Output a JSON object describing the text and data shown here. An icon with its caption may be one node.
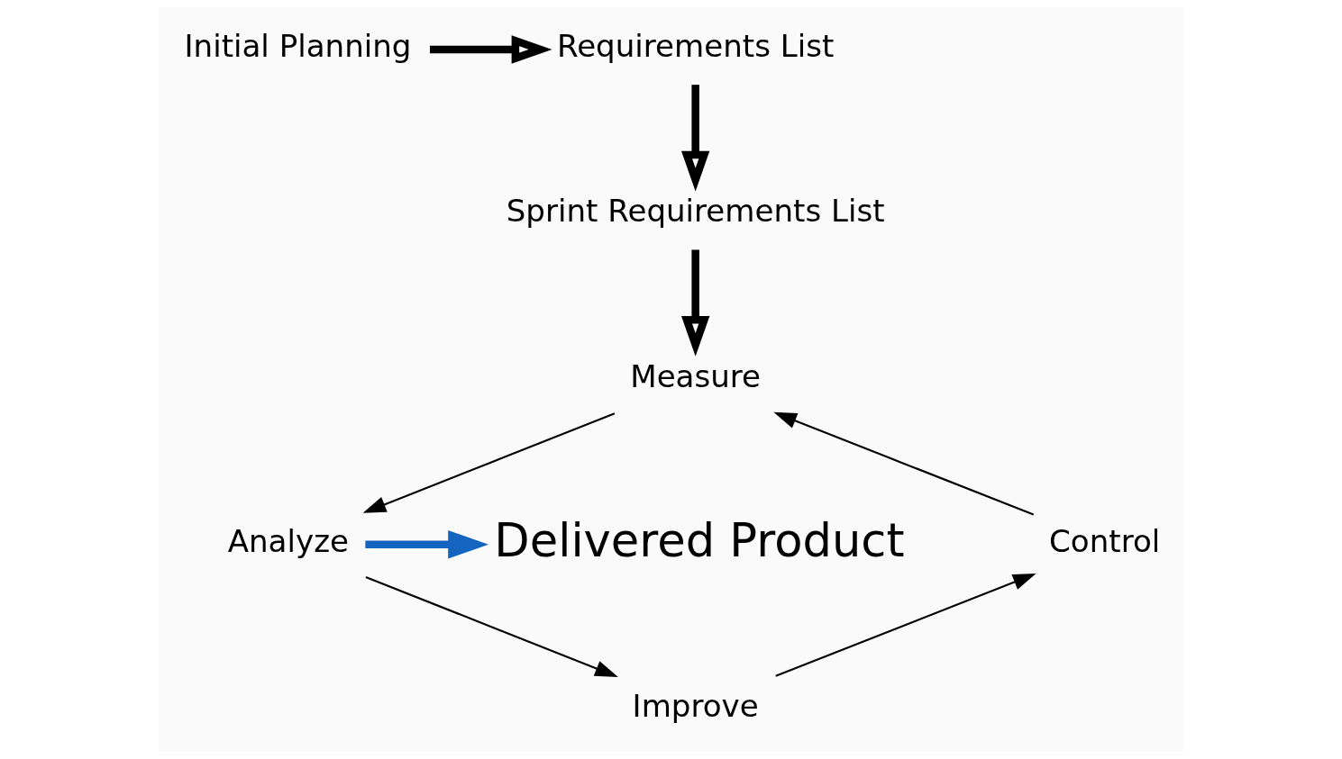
{
  "diagram": {
    "nodes": [
      {
        "text": [
          "Initial Planning"
        ]
      },
      {
        "text": [
          "Requirements List"
        ]
      },
      {
        "text": [
          "Sprint Requirements List"
        ]
      },
      {
        "text": [
          "Measure"
        ]
      },
      {
        "text": [
          "Analyze"
        ]
      },
      {
        "text": [
          "Improve"
        ]
      },
      {
        "text": [
          "Control"
        ]
      },
      {
        "text": [
          "Delivered Product"
        ]
      }
    ],
    "edges": [
      {
        "from": 0,
        "to": 1,
        "arrow": "to",
        "style": "thick"
      },
      {
        "from": 1,
        "to": 2,
        "arrow": "to",
        "style": "thick"
      },
      {
        "from": 2,
        "to": 3,
        "arrow": "to",
        "style": "thick"
      },
      {
        "from": 3,
        "to": 4,
        "arrow": "to"
      },
      {
        "from": 4,
        "to": 5,
        "arrow": "to"
      },
      {
        "from": 5,
        "to": 6,
        "arrow": "to"
      },
      {
        "from": 6,
        "to": 3,
        "arrow": "to"
      },
      {
        "from": 4,
        "to": 7,
        "arrow": "to",
        "style": "thick",
        "color": "#1565c0"
      }
    ]
  }
}
